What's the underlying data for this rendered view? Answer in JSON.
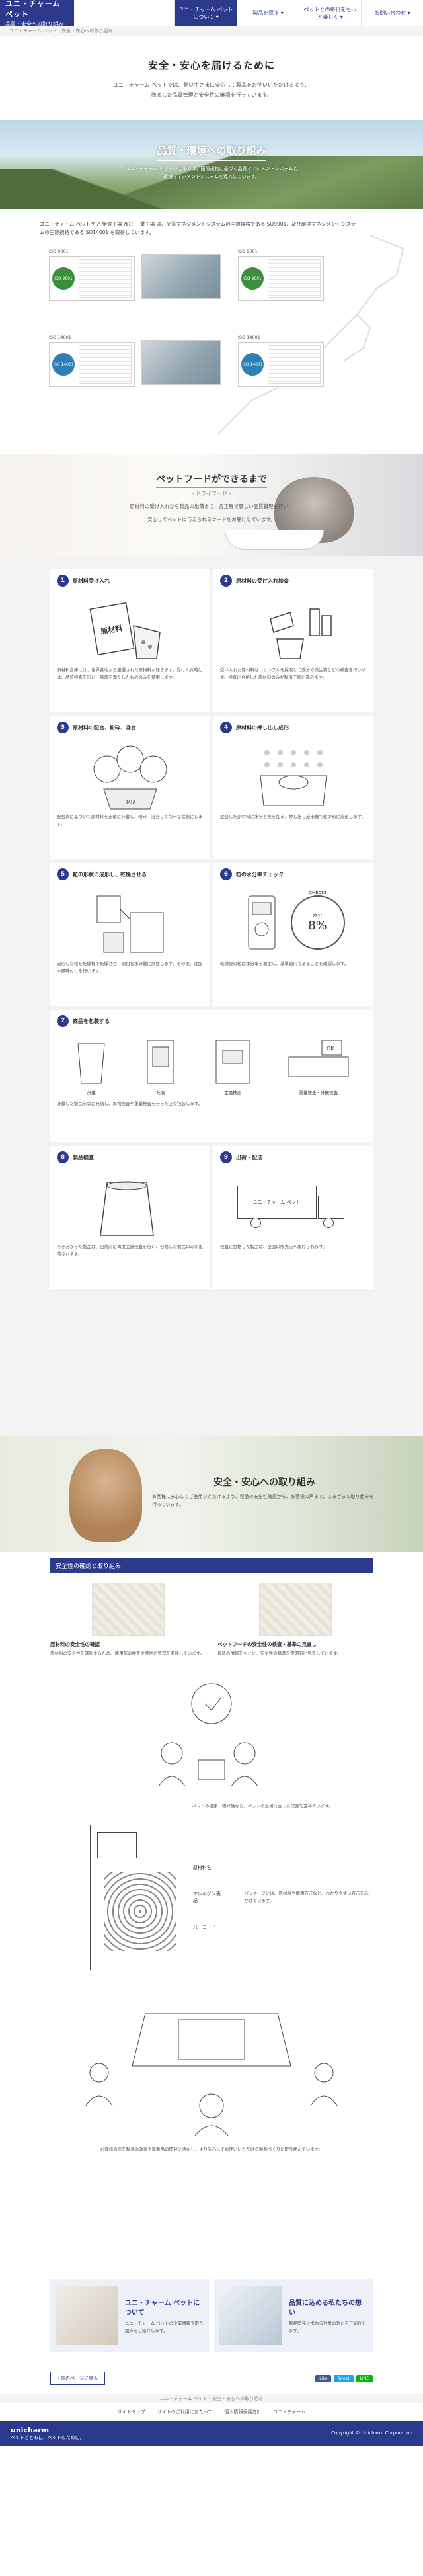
{
  "header": {
    "brand_line1": "ユニ・チャーム ペット",
    "brand_line2": "品質・安全への取り組み",
    "nav": [
      {
        "label": "ユニ・チャーム ペットについて ▾"
      },
      {
        "label": "製品を探す ▾"
      },
      {
        "label": "ペットとの毎日をもっと楽しく ▾"
      },
      {
        "label": "お問い合わせ ▾"
      }
    ]
  },
  "breadcrumb_top": "ユニ・チャーム ペット › 安全・安心への取り組み",
  "intro": {
    "title": "安全・安心を届けるために",
    "text1": "ユニ・チャーム ペットでは、飼い主さまに安心して製品をお使いいただけるよう、",
    "text2": "徹底した品質管理と安全性の確認を行っています。"
  },
  "quality": {
    "title": "品質・環境への取り組み",
    "lead1": "ユニ・チャーム ペットの工場では、国際規格に基づく品質マネジメントシステムと",
    "lead2": "環境マネジメントシステムを導入しています。",
    "desc": "ユニ・チャーム ペットケア 伊賀工場 及び 三重工場 は、品質マネジメントシステムの国際規格であるISO9001、及び環境マネジメントシステムの国際規格であるISO14001 を取得しています。",
    "certs": [
      {
        "caption": "ISO 9001",
        "badge": "ISO 9001"
      },
      {
        "caption": "ISO 14001",
        "badge": "ISO 14001"
      },
      {
        "caption": "ISO 9001",
        "badge": "ISO 9001"
      },
      {
        "caption": "ISO 14001",
        "badge": "ISO 14001"
      }
    ]
  },
  "petfood": {
    "title": "ペットフードができるまで",
    "subtitle": "- ドライフード -",
    "text1": "原材料の受け入れから製品の出荷まで、各工程で厳しい品質管理を行い、",
    "text2": "安心してペットに与えられるフードをお届けしています。"
  },
  "steps": [
    {
      "num": "1",
      "title": "原材料受け入れ",
      "text": "原材料倉庫には、世界各地から厳選された原材料が届きます。受け入れ時には、品質検査を行い、基準を満たしたもののみを使用します。"
    },
    {
      "num": "2",
      "title": "原材料の受け入れ検査",
      "text": "受け入れた原材料は、サンプルを採取して成分や微生物などの検査を行います。検査に合格した原材料のみが製造工程に進みます。"
    },
    {
      "num": "3",
      "title": "原材料の配合、粉砕、混合",
      "text": "配合表に基づいて原材料を正確に計量し、粉砕・混合して均一な状態にします。"
    },
    {
      "num": "4",
      "title": "原材料の押し出し成形",
      "text": "混合した原材料に水分と熱を加え、押し出し成形機で粒の形に成形します。"
    },
    {
      "num": "5",
      "title": "粒の形状に成形し、乾燥させる",
      "text": "成形した粒を乾燥機で乾燥させ、適切な水分量に調整します。その後、油脂や風味付けを行います。"
    },
    {
      "num": "6",
      "title": "粒の水分率チェック",
      "text": "乾燥後の粒は水分率を測定し、基準値内であることを確認します。",
      "gauge_label": "CHECK!",
      "gauge_sub": "水分",
      "gauge_value": "8%"
    },
    {
      "num": "7",
      "title": "商品を包装する",
      "text": "計量した製品を袋に充填し、異物検査や重量検査を行った上で包装します。",
      "labels": [
        "計量",
        "充填",
        "金属検出",
        "重量検査・外観検査"
      ]
    },
    {
      "num": "8",
      "title": "製品検査",
      "text": "できあがった製品は、出荷前に再度品質検査を行い、合格した製品のみが出荷されます。"
    },
    {
      "num": "9",
      "title": "出荷・配送",
      "text": "検査に合格した製品は、全国の販売店へ届けられます。",
      "truck_label": "ユニ・チャーム ペット"
    }
  ],
  "safety": {
    "hero_title": "安全・安心への取り組み",
    "hero_text": "お客様に安心してご使用いただけるよう、製品の安全性確認から、お客様の声まで、さまざまな取り組みを行っています。",
    "head": "安全性の確認と取り組み",
    "col1_title": "原材料の安全性の確認",
    "col1_text": "原材料の安全性を確認するため、使用前の検査や産地の管理を徹底しています。",
    "col2_title": "ペットフードの安全性の検査・基準の見直し",
    "col2_text": "最新の情報をもとに、安全性の基準を定期的に見直しています。",
    "sk1_text": "ペットの健康、嗜好性など、ペットの立場に立った研究を進めています。",
    "package_labels": [
      "原材料名",
      "アレルゲン表記",
      "バーコード"
    ],
    "sk2_text": "パッケージには、原材料や使用方法など、わかりやすい表示を心がけています。",
    "sk3_text": "お客様の声を製品の改善や新製品の開発に活かし、より安心してお使いいただける製品づくりに取り組んでいます。"
  },
  "cards": [
    {
      "title": "ユニ・チャーム ペットについて",
      "text": "ユニ・チャーム ペットの企業情報や取り組みをご紹介します。"
    },
    {
      "title": "品質に込める私たちの想い",
      "text": "製品開発に携わる社員の想いをご紹介します。"
    }
  ],
  "share": {
    "back": "‹ 前のページに戻る",
    "sns": [
      "Like",
      "Tweet",
      "LINE"
    ]
  },
  "breadcrumb_bottom": "ユニ・チャーム ペット › 安全・安心への取り組み",
  "footer_links": [
    "サイトマップ",
    "サイトのご利用にあたって",
    "個人情報保護方針",
    "ユニ・チャーム"
  ],
  "footer": {
    "brand": "unicharm",
    "tagline": "ペットとともに、ペットのために。",
    "copyright": "Copyright © Unicharm Corporation"
  },
  "colors": {
    "brand": "#2c3a8c"
  }
}
